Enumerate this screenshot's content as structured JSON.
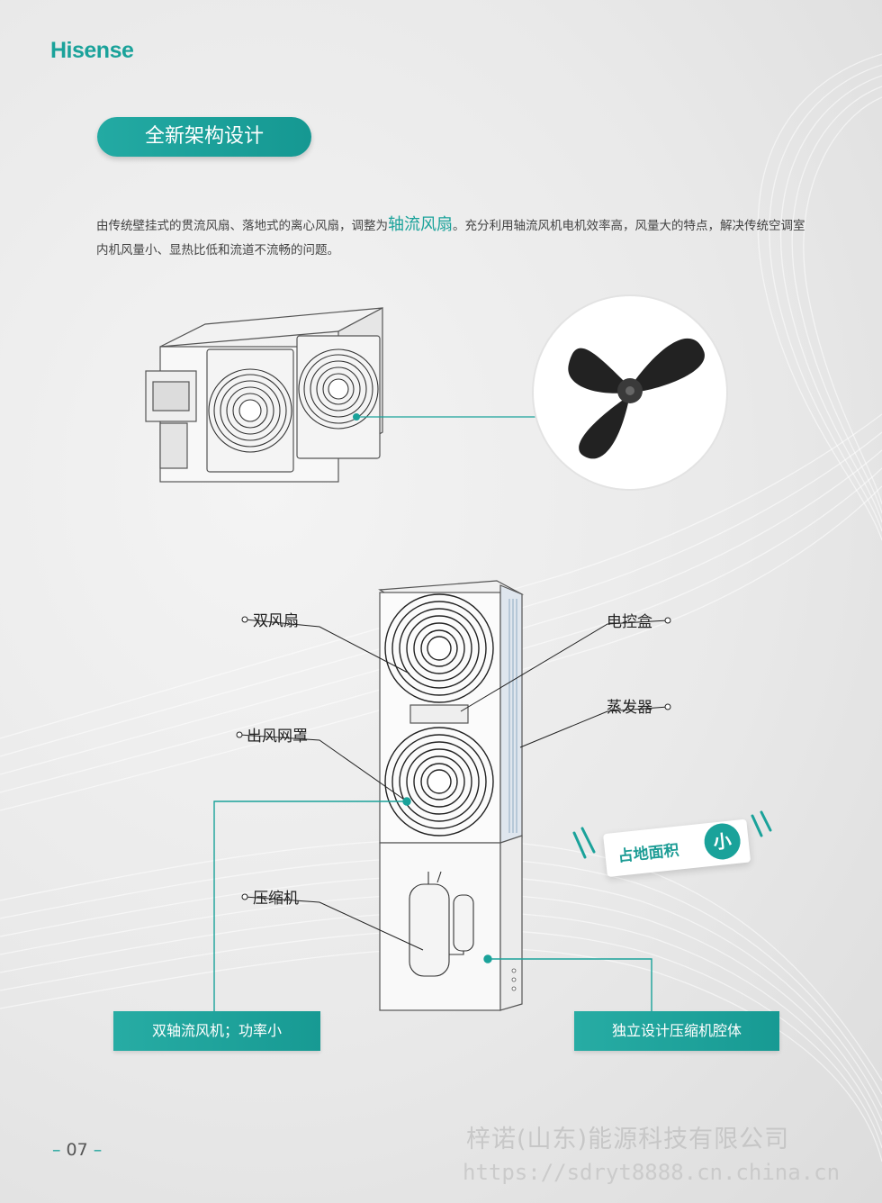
{
  "brand": {
    "logo_text": "Hisense"
  },
  "section": {
    "title": "全新架构设计"
  },
  "intro": {
    "text_before": "由传统壁挂式的贯流风扇、落地式的离心风扇，调整为",
    "highlight": "轴流风扇",
    "text_after": "。充分利用轴流风机电机效率高，风量大的特点，解决传统空调室内机风量小、显热比低和流道不流畅的问题。"
  },
  "callouts": {
    "dual_fan": "双风扇",
    "outlet_grille": "出风网罩",
    "compressor": "压缩机",
    "control_box": "电控盒",
    "evaporator": "蒸发器"
  },
  "feature_boxes": {
    "left": "双轴流风机；功率小",
    "right": "独立设计压缩机腔体"
  },
  "badge": {
    "text": "占地面积",
    "circle": "小"
  },
  "page": {
    "number": "07",
    "dash": "–"
  },
  "watermark": {
    "company": "梓诺(山东)能源科技有限公司",
    "url": "https://sdryt8888.cn.china.cn"
  },
  "colors": {
    "accent": "#1aa29a",
    "text": "#333333"
  }
}
